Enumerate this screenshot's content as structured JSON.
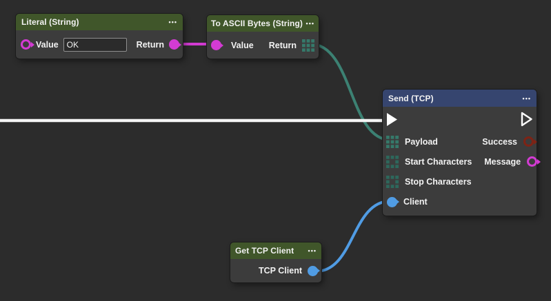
{
  "canvas": {
    "background": "#2c2c2c"
  },
  "colors": {
    "node_body": "#3c3c3c",
    "header_green": "#40562a",
    "header_blue": "#36456f",
    "magenta": "#d33bd3",
    "teal": "#3c8173",
    "blue": "#509ce4",
    "dark_red": "#7e2315",
    "flow_white": "#f5f5f5",
    "text": "#f2f2f2"
  },
  "nodes": {
    "literal": {
      "title": "Literal (String)",
      "menu_icon": "•••",
      "value_label": "Value",
      "value_input": "OK",
      "return_label": "Return"
    },
    "to_ascii": {
      "title": "To ASCII Bytes (String)",
      "menu_icon": "•••",
      "value_label": "Value",
      "return_label": "Return"
    },
    "send_tcp": {
      "title": "Send (TCP)",
      "menu_icon": "•••",
      "payload_label": "Payload",
      "success_label": "Success",
      "start_characters_label": "Start Characters",
      "message_label": "Message",
      "stop_characters_label": "Stop Characters",
      "client_label": "Client"
    },
    "get_tcp_client": {
      "title": "Get TCP Client",
      "menu_icon": "•••",
      "tcp_client_label": "TCP Client"
    }
  },
  "wires": {
    "flow_in": {
      "color": "#f5f5f5"
    },
    "literal_to_ascii": {
      "color": "#d33bd3"
    },
    "ascii_to_payload": {
      "color": "#3c8173"
    },
    "client_to_send": {
      "color": "#509ce4"
    }
  }
}
